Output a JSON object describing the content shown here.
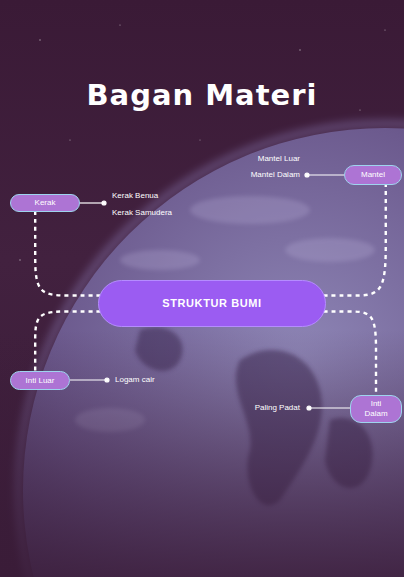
{
  "diagram": {
    "title": "Bagan Materi",
    "nodes": [
      {
        "text": [
          "Kerak"
        ]
      },
      {
        "text": [
          "Mantel"
        ]
      },
      {
        "text": [
          "STRUKTUR BUMI"
        ]
      },
      {
        "text": [
          "Inti Luar"
        ]
      },
      {
        "text": [
          "Inti Dalam"
        ]
      }
    ],
    "edges": [
      {
        "from": 2,
        "to": 0,
        "arrow": "none"
      },
      {
        "from": 2,
        "to": 1,
        "arrow": "none"
      },
      {
        "from": 2,
        "to": 3,
        "arrow": "none"
      },
      {
        "from": 2,
        "to": 4,
        "arrow": "none"
      }
    ],
    "labels": [
      "Kerak Benua",
      "Kerak Samudera",
      "Mantel Luar",
      "Mantel Dalam",
      "Logam cair",
      "Paling Padat"
    ]
  }
}
